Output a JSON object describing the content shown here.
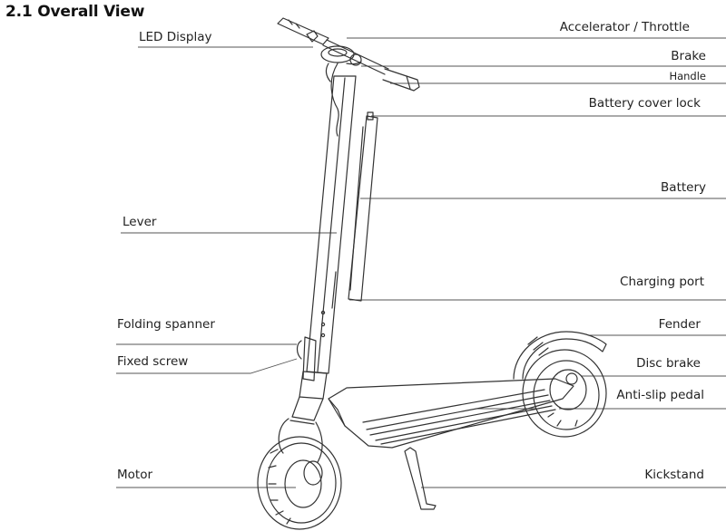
{
  "title": "2.1 Overall View",
  "labels": {
    "led_display": "LED Display",
    "accelerator": "Accelerator / Throttle",
    "brake": "Brake",
    "handle": "Handle",
    "battery_cover_lock": "Battery cover lock",
    "battery": "Battery",
    "lever": "Lever",
    "charging_port": "Charging port",
    "folding_spanner": "Folding spanner",
    "fender": "Fender",
    "fixed_screw": "Fixed screw",
    "disc_brake": "Disc brake",
    "anti_slip_pedal": "Anti-slip pedal",
    "motor": "Motor",
    "kickstand": "Kickstand"
  },
  "colors": {
    "line": "#333333",
    "leader": "#555555"
  }
}
